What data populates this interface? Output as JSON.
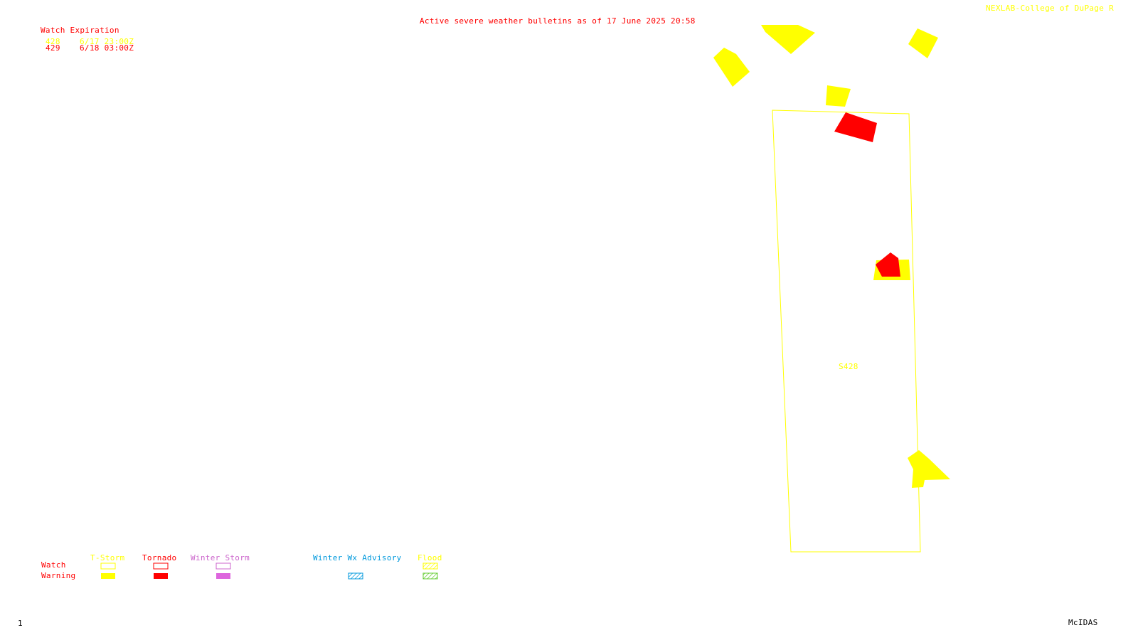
{
  "header": {
    "title": "Active severe weather bulletins as of 17 June 2025 20:58",
    "credit": "NEXLAB-College of DuPage R"
  },
  "watch_table": {
    "heading": "Watch Expiration",
    "rows": [
      {
        "number": "428",
        "expires": "6/17 23:00Z",
        "color": "#ffff00"
      },
      {
        "number": "429",
        "expires": "6/18 03:00Z",
        "color": "#ff0000"
      }
    ]
  },
  "map": {
    "watch_box_label": "S428",
    "colors": {
      "tstorm": "#ffff00",
      "tornado": "#ff0000"
    }
  },
  "legend": {
    "row_labels": {
      "watch": "Watch",
      "warning": "Warning"
    },
    "categories": [
      {
        "label": "T-Storm",
        "color": "#ffff00"
      },
      {
        "label": "Tornado",
        "color": "#ff0000"
      },
      {
        "label": "Winter Storm",
        "color": "#cc66cc"
      },
      {
        "label": "Winter Wx Advisory",
        "color": "#0099dd"
      },
      {
        "label": "Flood",
        "color": "#66cc33"
      }
    ]
  },
  "footer": {
    "frame_number": "1",
    "software": "McIDAS"
  }
}
